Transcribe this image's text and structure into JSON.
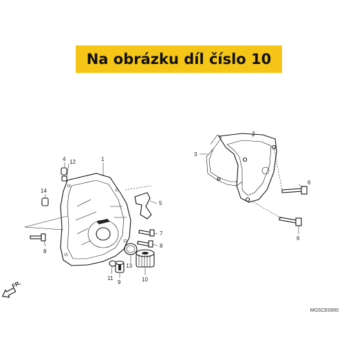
{
  "banner": {
    "text": "Na obrázku díl číslo 10",
    "background": "#f5c518"
  },
  "diagram_code": "MGSCE0900",
  "front_marker": "FR.",
  "callouts": [
    "1",
    "2",
    "3",
    "4",
    "5",
    "6",
    "6",
    "7",
    "8",
    "8",
    "9",
    "10",
    "11",
    "12",
    "13",
    "14"
  ],
  "icons": [
    "front-arrow-icon"
  ]
}
